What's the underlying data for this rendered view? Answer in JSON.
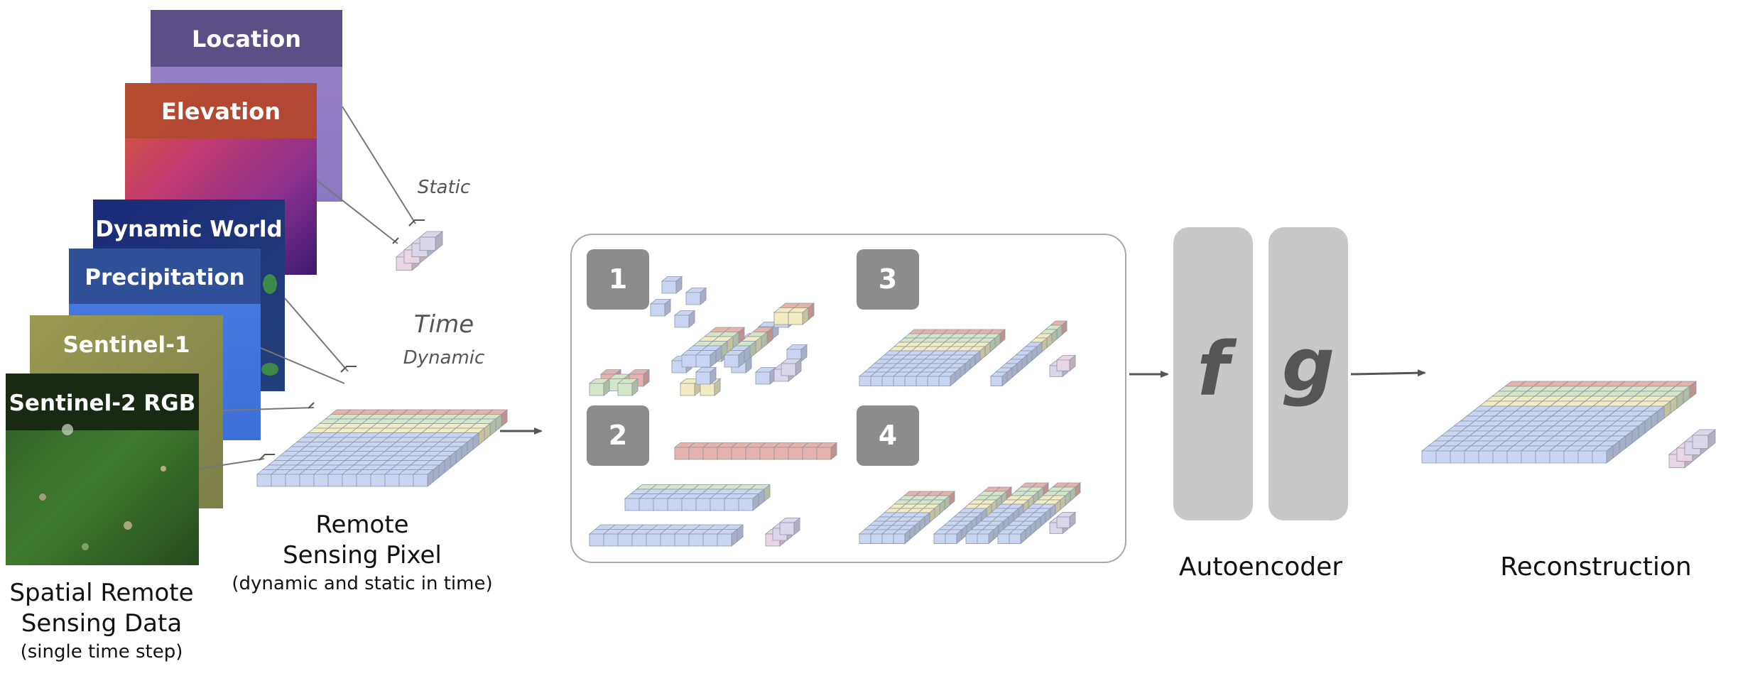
{
  "layers": [
    {
      "title": "Location",
      "color": "#5c4f85"
    },
    {
      "title": "Elevation",
      "color": "#b24a2e"
    },
    {
      "title": "Dynamic World",
      "color": "#16205c"
    },
    {
      "title": "Precipitation",
      "color": "#3a5fb0"
    },
    {
      "title": "Sentinel-1",
      "color": "#8d8d3e"
    },
    {
      "title": "Sentinel-2 RGB",
      "color": "#1a2a12"
    }
  ],
  "spatial": {
    "line1": "Spatial Remote",
    "line2": "Sensing Data",
    "sub": "(single time step)"
  },
  "pixel": {
    "static_label": "Static",
    "time_label": "Time",
    "dynamic_label": "Dynamic",
    "line1": "Remote",
    "line2": "Sensing Pixel",
    "sub": "(dynamic and static in time)"
  },
  "masking": {
    "badges": [
      "1",
      "2",
      "3",
      "4"
    ]
  },
  "autoencoder": {
    "encoder": "f",
    "decoder": "g",
    "label": "Autoencoder"
  },
  "reconstruction": {
    "label": "Reconstruction"
  },
  "colors": {
    "cube_blue": "#c9d6f3",
    "cube_green": "#d4e6c8",
    "cube_yellow": "#f2ecc0",
    "cube_red": "#e6b3ab",
    "cube_pink": "#ead5e2",
    "cube_lilac": "#dcd6ea",
    "panel_gray": "#c8c8c8",
    "badge_gray": "#8c8c8c"
  }
}
